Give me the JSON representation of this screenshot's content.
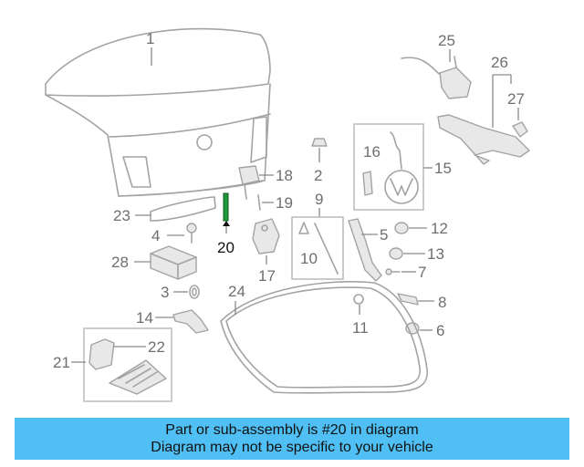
{
  "highlight_color": "#1e9a3c",
  "banner_color": "#4fbff4",
  "callouts": {
    "c1": "1",
    "c2": "2",
    "c3": "3",
    "c4": "4",
    "c5": "5",
    "c6": "6",
    "c7": "7",
    "c8": "8",
    "c9": "9",
    "c10": "10",
    "c11": "11",
    "c12": "12",
    "c13": "13",
    "c14": "14",
    "c15": "15",
    "c16": "16",
    "c17": "17",
    "c18": "18",
    "c19": "19",
    "c20": "20",
    "c21": "21",
    "c22": "22",
    "c23": "23",
    "c24": "24",
    "c25": "25",
    "c26": "26",
    "c27": "27",
    "c28": "28"
  },
  "banner": {
    "line1": "Part or sub-assembly is #20 in diagram",
    "line2": "Diagram may not be specific to your vehicle"
  }
}
